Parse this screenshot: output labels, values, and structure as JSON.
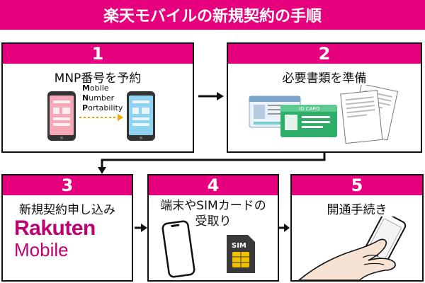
{
  "title": "楽天モバイルの新規契約の手順",
  "colors": {
    "accent": "#e6007e",
    "rakuten": "#bf0071"
  },
  "steps": [
    {
      "number": "1",
      "label": "MNP番号を予約",
      "mnp": {
        "m": "M",
        "m_rest": "obile",
        "n": "N",
        "n_rest": "umber",
        "p": "P",
        "p_rest": "ortability"
      }
    },
    {
      "number": "2",
      "label": "必要書類を準備",
      "card_text": "ID CARD"
    },
    {
      "number": "3",
      "label": "新規契約申し込み",
      "logo_line1": "Rakuten",
      "logo_line2": "Mobile"
    },
    {
      "number": "4",
      "label_line1": "端末やSIMカードの",
      "label_line2": "受取り",
      "sim_text": "SIM"
    },
    {
      "number": "5",
      "label": "開通手続き"
    }
  ],
  "icons": [
    "phone-pink-icon",
    "phone-blue-icon",
    "dotted-arrow-icon",
    "id-card-icon",
    "documents-icon",
    "smartphone-outline-icon",
    "sim-card-icon",
    "hand-phone-icon",
    "flow-arrow-icon"
  ]
}
